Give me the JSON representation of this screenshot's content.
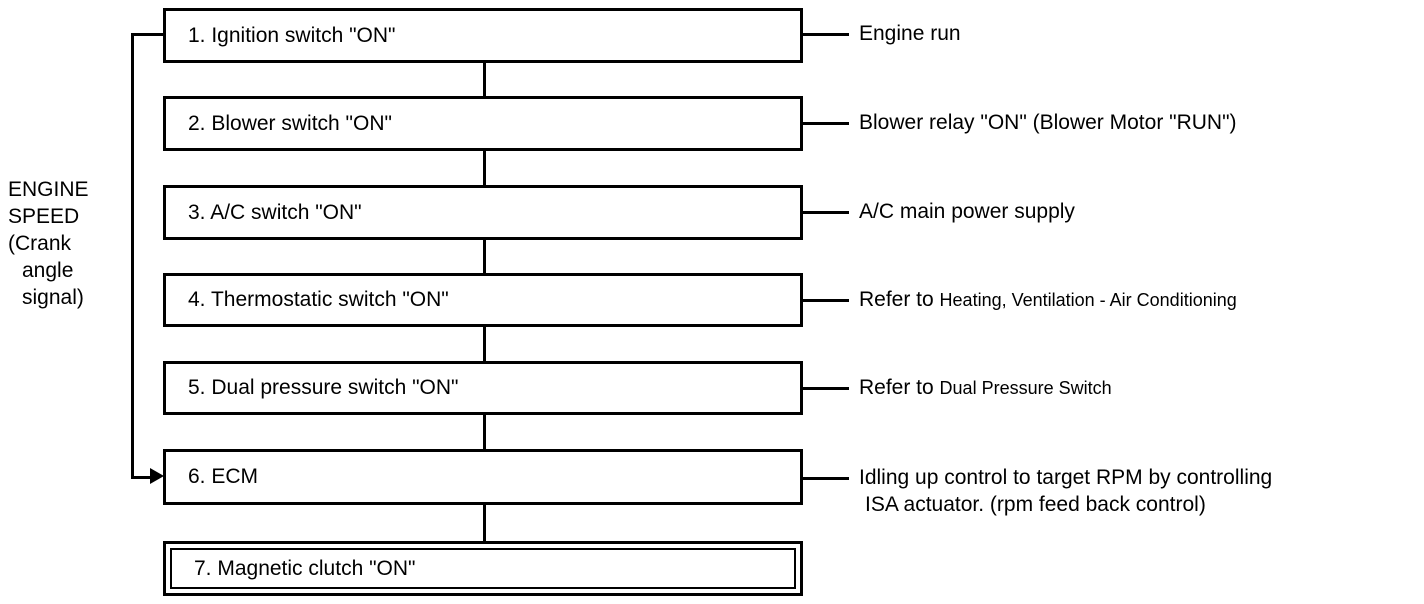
{
  "diagram": {
    "title_present": false,
    "side_label": {
      "name": "engine-speed-input",
      "lines": [
        "ENGINE",
        "SPEED",
        "(Crank",
        "angle",
        "signal)"
      ]
    },
    "steps": [
      {
        "id": 1,
        "label": "1. Ignition switch \"ON\"",
        "double_border": false
      },
      {
        "id": 2,
        "label": "2. Blower switch \"ON\"",
        "double_border": false
      },
      {
        "id": 3,
        "label": "3. A/C switch \"ON\"",
        "double_border": false
      },
      {
        "id": 4,
        "label": "4. Thermostatic switch \"ON\"",
        "double_border": false
      },
      {
        "id": 5,
        "label": "5. Dual pressure switch \"ON\"",
        "double_border": false
      },
      {
        "id": 6,
        "label": "6. ECM",
        "double_border": false
      },
      {
        "id": 7,
        "label": "7. Magnetic clutch \"ON\"",
        "double_border": true
      }
    ],
    "notes": [
      {
        "for_step": 1,
        "line1": "Engine run",
        "line1_small": "",
        "line2": ""
      },
      {
        "for_step": 2,
        "line1": "Blower relay \"ON\" (Blower Motor \"RUN\")",
        "line1_small": "",
        "line2": ""
      },
      {
        "for_step": 3,
        "line1": "A/C main power supply",
        "line1_small": "",
        "line2": ""
      },
      {
        "for_step": 4,
        "line1": "Refer to ",
        "line1_small": "Heating, Ventilation - Air Conditioning",
        "line2": ""
      },
      {
        "for_step": 5,
        "line1": "Refer to ",
        "line1_small": "Dual Pressure Switch",
        "line2": ""
      },
      {
        "for_step": 6,
        "line1": "Idling up control to target RPM by controlling",
        "line1_small": "",
        "line2": "ISA actuator. (rpm feed back control)"
      }
    ],
    "colors": {
      "ink": "#000000",
      "paper": "#ffffff"
    }
  }
}
